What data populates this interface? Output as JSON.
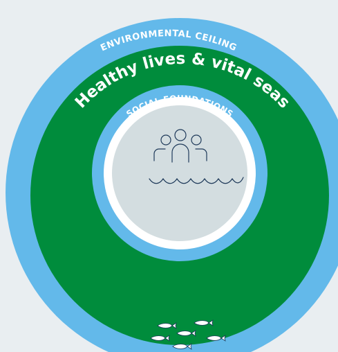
{
  "labels": {
    "environmental_ceiling": "ENVIRONMENTAL CEILING",
    "main": "Healthy lives & vital seas",
    "social_foundations": "SOCIAL FOUNDATIONS"
  },
  "colors": {
    "background": "#e9eef1",
    "light_blue": "#63b9ea",
    "green": "#008c3c",
    "white": "#ffffff",
    "center_gray": "#d3dde0",
    "icon_stroke": "#1f3a5a",
    "text": "#ffffff"
  },
  "icons": {
    "people": "people-icon",
    "waves": "waves-icon",
    "fish": "fish-school-icon"
  }
}
